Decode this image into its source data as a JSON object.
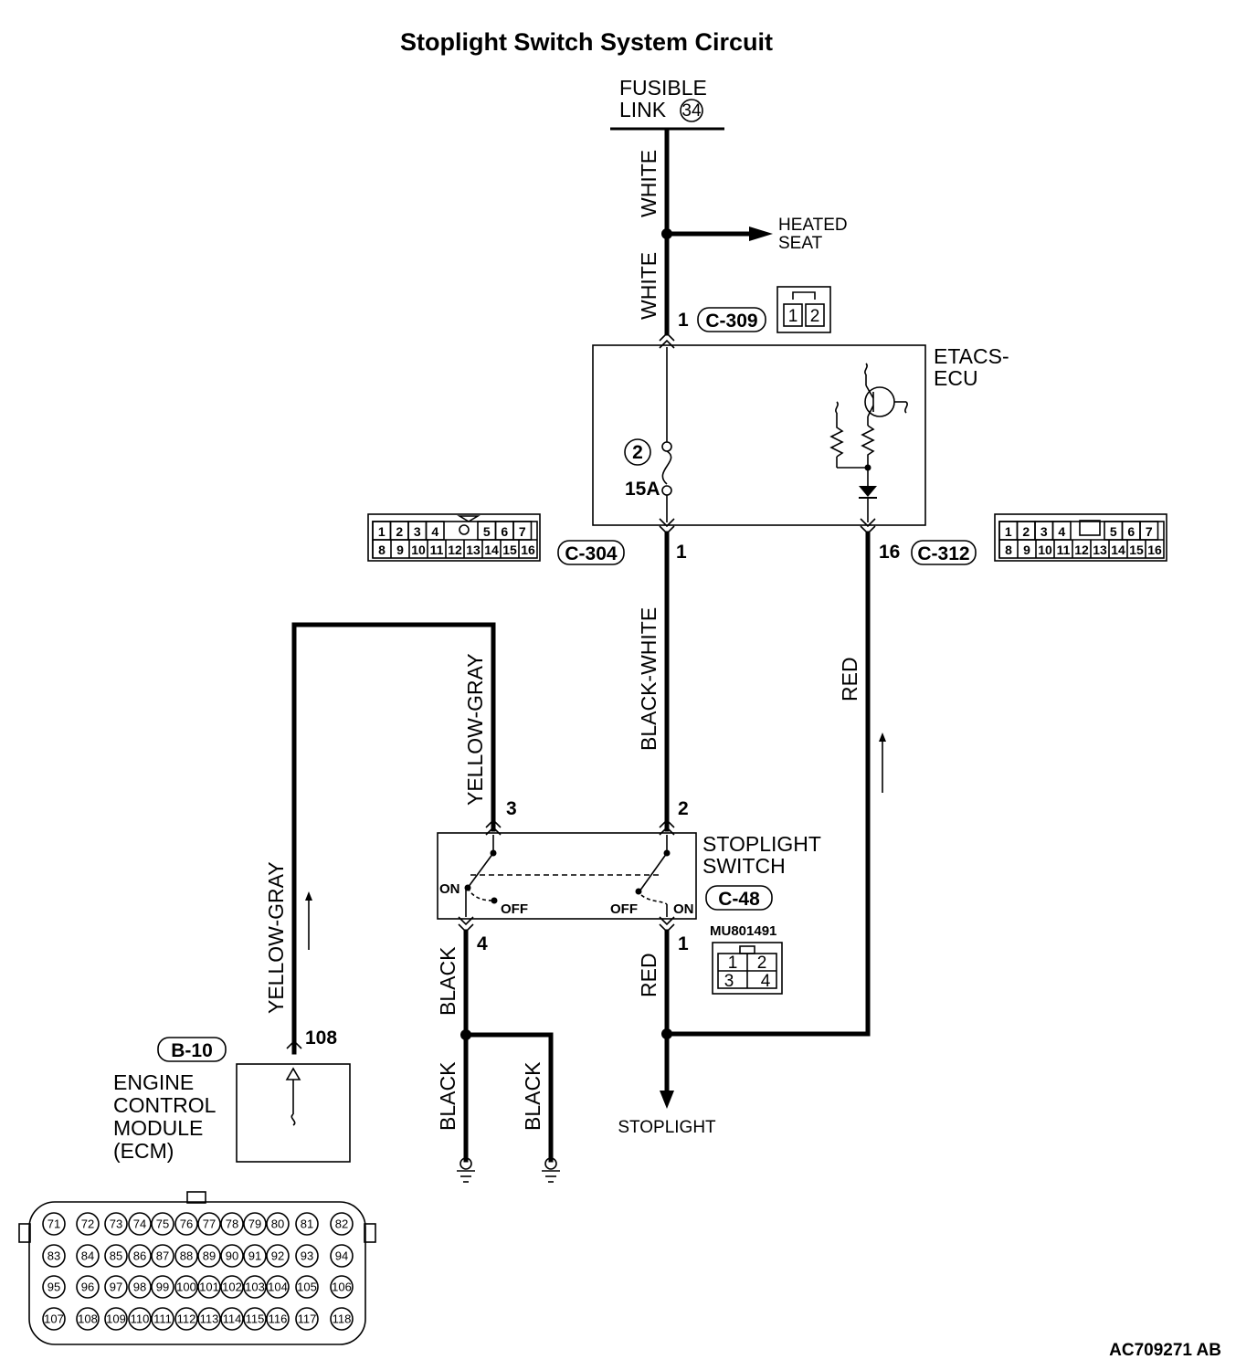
{
  "title": "Stoplight Switch System Circuit",
  "fusible_link": {
    "line1": "FUSIBLE",
    "line2": "LINK",
    "number": "34"
  },
  "heated_seat": {
    "line1": "HEATED",
    "line2": "SEAT"
  },
  "wire_colors": {
    "white_upper": "WHITE",
    "white_lower": "WHITE",
    "black_white": "BLACK-WHITE",
    "red_right": "RED",
    "red_lower": "RED",
    "yellow_gray_left": "YELLOW-GRAY",
    "yellow_gray_mid": "YELLOW-GRAY",
    "black_1": "BLACK",
    "black_2": "BLACK",
    "black_3": "BLACK"
  },
  "etacs": {
    "line1": "ETACS-",
    "line2": "ECU",
    "fuse_number": "2",
    "fuse_rating": "15A"
  },
  "connectors": {
    "c309": {
      "id": "C-309",
      "pin": "1",
      "pins": [
        "1",
        "2"
      ]
    },
    "c304": {
      "id": "C-304",
      "pin": "1",
      "row1": [
        "1",
        "2",
        "3",
        "4",
        "5",
        "6",
        "7"
      ],
      "row2": [
        "8",
        "9",
        "10",
        "11",
        "12",
        "13",
        "14",
        "15",
        "16"
      ]
    },
    "c312": {
      "id": "C-312",
      "pin": "16",
      "row1": [
        "1",
        "2",
        "3",
        "4",
        "5",
        "6",
        "7"
      ],
      "row2": [
        "8",
        "9",
        "10",
        "11",
        "12",
        "13",
        "14",
        "15",
        "16"
      ]
    },
    "c48": {
      "id": "C-48",
      "part": "MU801491",
      "pins": [
        "1",
        "2",
        "3",
        "4"
      ]
    },
    "b10": {
      "id": "B-10",
      "pin": "108"
    }
  },
  "stoplight_switch": {
    "line1": "STOPLIGHT",
    "line2": "SWITCH",
    "pin_3": "3",
    "pin_2": "2",
    "pin_4": "4",
    "pin_1": "1",
    "on_left": "ON",
    "off_left": "OFF",
    "off_right": "OFF",
    "on_right": "ON"
  },
  "ecm": {
    "line1": "ENGINE",
    "line2": "CONTROL",
    "line3": "MODULE",
    "line4": "(ECM)"
  },
  "stoplight": "STOPLIGHT",
  "ecm_connector": {
    "rows": [
      [
        "71",
        "72",
        "73",
        "74",
        "75",
        "76",
        "77",
        "78",
        "79",
        "80",
        "81",
        "82"
      ],
      [
        "83",
        "84",
        "85",
        "86",
        "87",
        "88",
        "89",
        "90",
        "91",
        "92",
        "93",
        "94"
      ],
      [
        "95",
        "96",
        "97",
        "98",
        "99",
        "100",
        "101",
        "102",
        "103",
        "104",
        "105",
        "106"
      ],
      [
        "107",
        "108",
        "109",
        "110",
        "111",
        "112",
        "113",
        "114",
        "115",
        "116",
        "117",
        "118"
      ]
    ]
  },
  "figure_id": "AC709271 AB"
}
